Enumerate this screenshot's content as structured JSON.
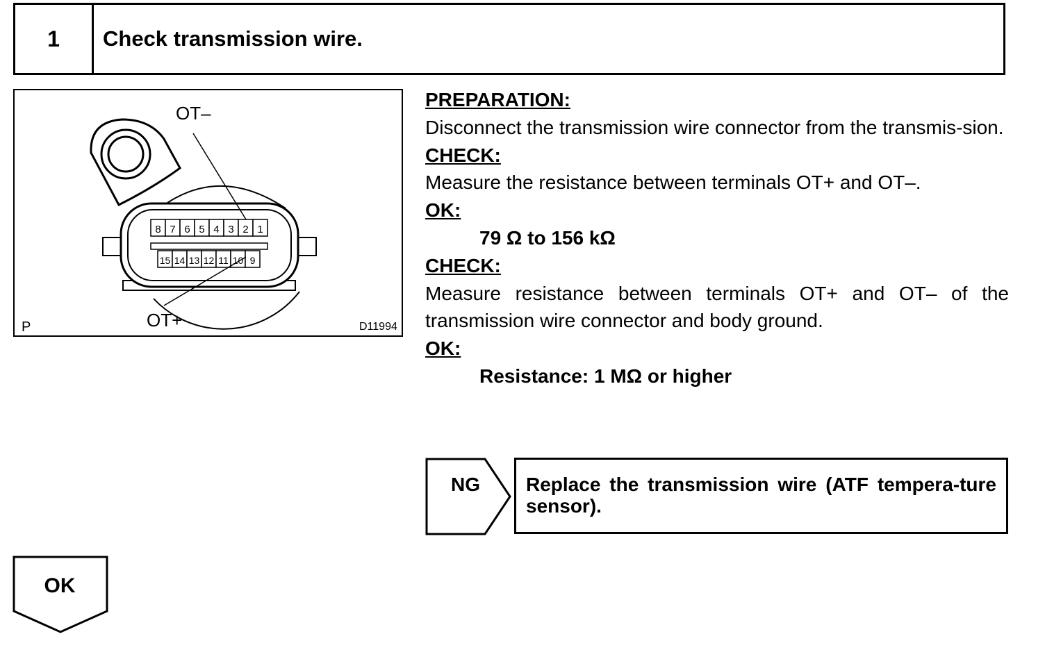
{
  "step": {
    "number": "1",
    "title": "Check transmission wire."
  },
  "figure": {
    "label_ot_minus": "OT–",
    "label_ot_plus": "OT+",
    "corner_label": "P",
    "figure_code": "D11994",
    "upper_pins": [
      "8",
      "7",
      "6",
      "5",
      "4",
      "3",
      "2",
      "1"
    ],
    "lower_pins": [
      "15",
      "14",
      "13",
      "12",
      "11",
      "10",
      "9"
    ]
  },
  "procedure": {
    "preparation_heading": "PREPARATION:",
    "preparation_text": "Disconnect the transmission wire connector from the transmis-sion.",
    "check1_heading": "CHECK:",
    "check1_text": "Measure the resistance between terminals OT+ and OT–.",
    "ok1_heading": "OK:",
    "ok1_value": "79 Ω to 156 kΩ",
    "check2_heading": "CHECK:",
    "check2_text": "Measure resistance between terminals OT+ and OT– of the transmission wire connector and body ground.",
    "ok2_heading": "OK:",
    "ok2_value": "Resistance: 1 MΩ or higher"
  },
  "ng_branch": {
    "label": "NG",
    "action": "Replace the transmission wire (ATF tempera-ture sensor)."
  },
  "ok_branch": {
    "label": "OK"
  }
}
